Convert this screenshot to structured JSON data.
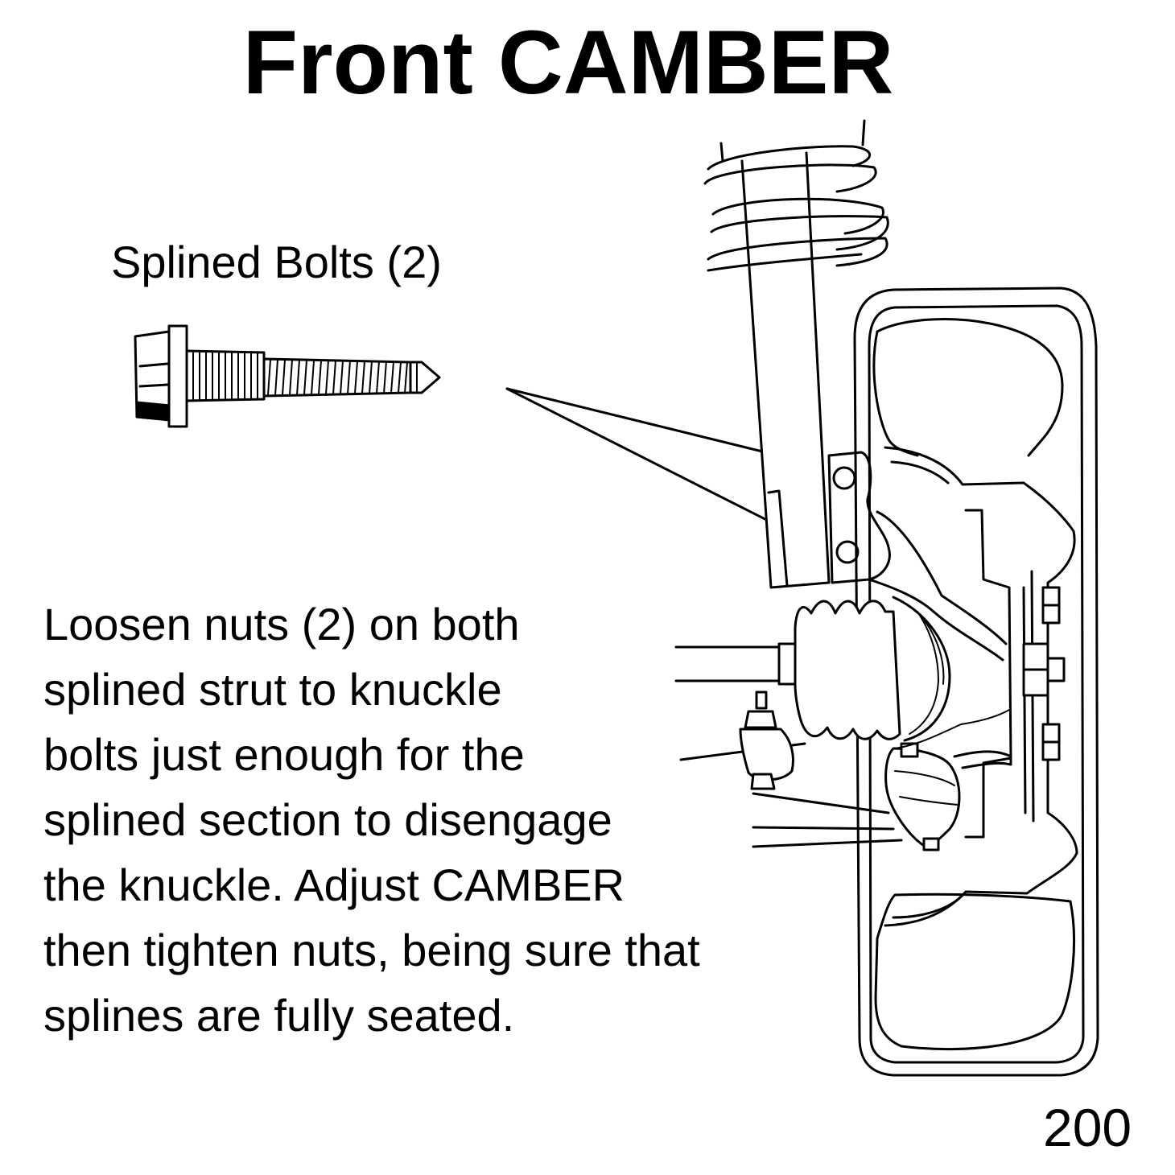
{
  "title": "Front CAMBER",
  "bolt_label": "Splined Bolts (2)",
  "instructions": [
    "Loosen nuts (2) on both",
    "splined strut to knuckle",
    "bolts just enough for the",
    "splined section to disengage",
    "the knuckle. Adjust CAMBER",
    "then tighten nuts, being sure that",
    "splines are fully seated."
  ],
  "page_number": "200"
}
